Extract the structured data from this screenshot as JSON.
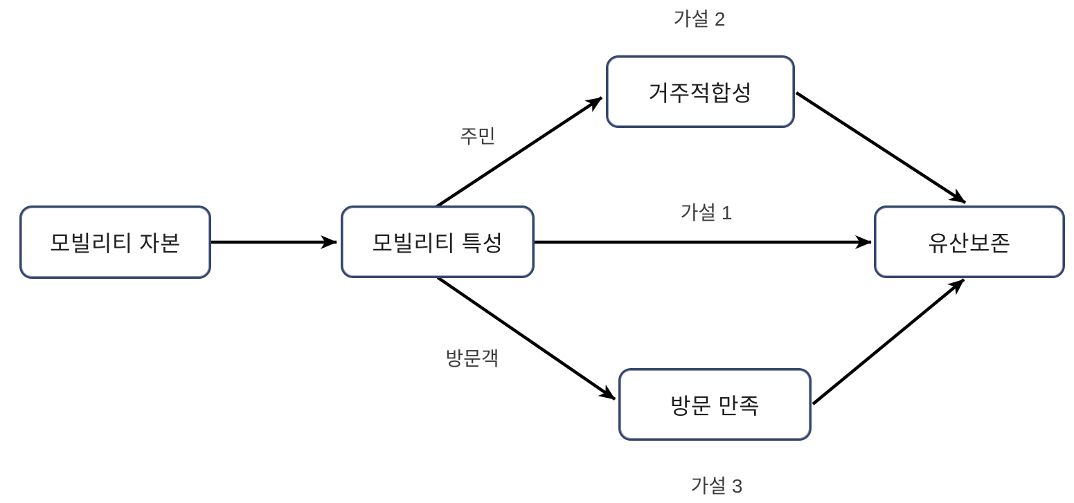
{
  "diagram": {
    "type": "path-model",
    "nodes": {
      "mobility_capital": {
        "label": "모빌리티 자본"
      },
      "mobility_traits": {
        "label": "모빌리티 특성"
      },
      "livability": {
        "label": "거주적합성"
      },
      "visit_satisfaction": {
        "label": "방문 만족"
      },
      "heritage_preservation": {
        "label": "유산보존"
      }
    },
    "labels": {
      "hypothesis2": "가설 2",
      "hypothesis1": "가설 1",
      "hypothesis3": "가설 3",
      "residents": "주민",
      "visitors": "방문객"
    },
    "edges": [
      {
        "from": "모빌리티 자본",
        "to": "모빌리티 특성",
        "label": ""
      },
      {
        "from": "모빌리티 특성",
        "to": "거주적합성",
        "label": "주민"
      },
      {
        "from": "모빌리티 특성",
        "to": "유산보존",
        "label": "가설 1"
      },
      {
        "from": "모빌리티 특성",
        "to": "방문 만족",
        "label": "방문객"
      },
      {
        "from": "거주적합성",
        "to": "유산보존",
        "label": "가설 2"
      },
      {
        "from": "방문 만족",
        "to": "유산보존",
        "label": "가설 3"
      }
    ],
    "colors": {
      "node_border": "#35466b",
      "node_fill": "#ffffff",
      "arrow": "#000000",
      "node_text": "#1f1f1f",
      "label_text": "#3d3d3d",
      "background": "#ffffff"
    }
  }
}
